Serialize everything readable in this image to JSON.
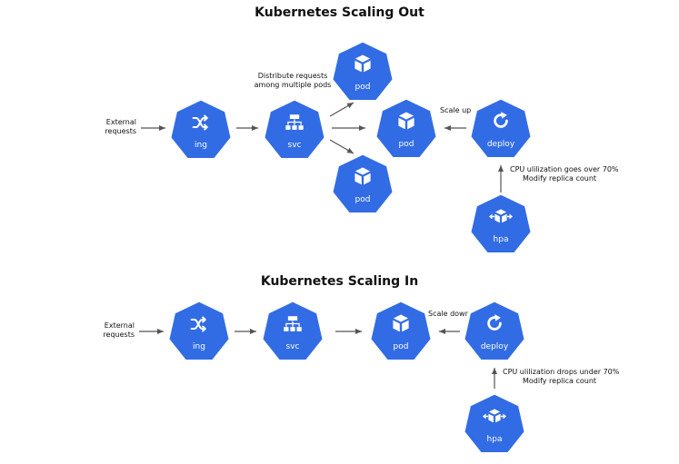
{
  "scaling_out": {
    "title": "Kubernetes Scaling Out",
    "external_requests": [
      "External",
      "requests"
    ],
    "distribute_note": [
      "Distribute requests",
      "among multiple pods"
    ],
    "scale_note": "Scale up",
    "hpa_note": [
      "CPU ulilization goes over 70%",
      "Modify replica count"
    ],
    "nodes": {
      "ing": "ing",
      "svc": "svc",
      "pod_top": "pod",
      "pod_mid": "pod",
      "pod_bottom": "pod",
      "deploy": "deploy",
      "hpa": "hpa"
    }
  },
  "scaling_in": {
    "title": "Kubernetes Scaling In",
    "external_requests": [
      "External",
      "requests"
    ],
    "scale_note": "Scale down",
    "hpa_note": [
      "CPU ulilization drops under 70%",
      "Modify replica count"
    ],
    "nodes": {
      "ing": "ing",
      "svc": "svc",
      "pod": "pod",
      "deploy": "deploy",
      "hpa": "hpa"
    }
  },
  "colors": {
    "node_fill": "#326CE5",
    "node_border": "#ffffff",
    "arrow": "#555555",
    "text": "#111111"
  },
  "icons": {
    "ing": "shuffle-icon",
    "svc": "hierarchy-icon",
    "pod": "cube-icon",
    "deploy": "refresh-icon",
    "hpa": "cube-expand-icon"
  }
}
